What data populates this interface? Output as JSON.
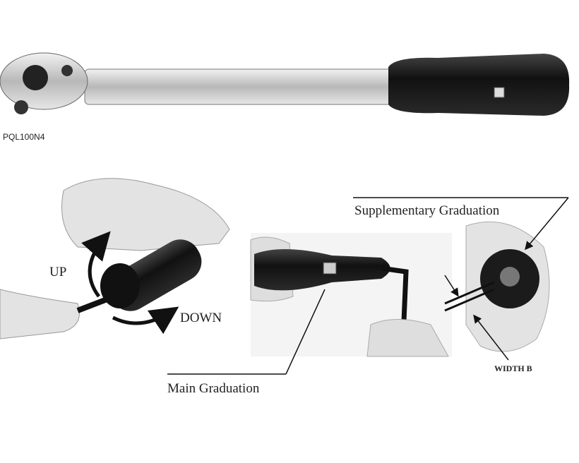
{
  "product": {
    "model": "PQL100N4"
  },
  "labels": {
    "up": "UP",
    "down": "DOWN",
    "supplementary": "Supplementary Graduation",
    "main": "Main Graduation",
    "width_b": "WIDTH B"
  },
  "colors": {
    "grip": "#1a1a1a",
    "metal": "#c8c8c8",
    "skin": "#d9d9d9"
  }
}
